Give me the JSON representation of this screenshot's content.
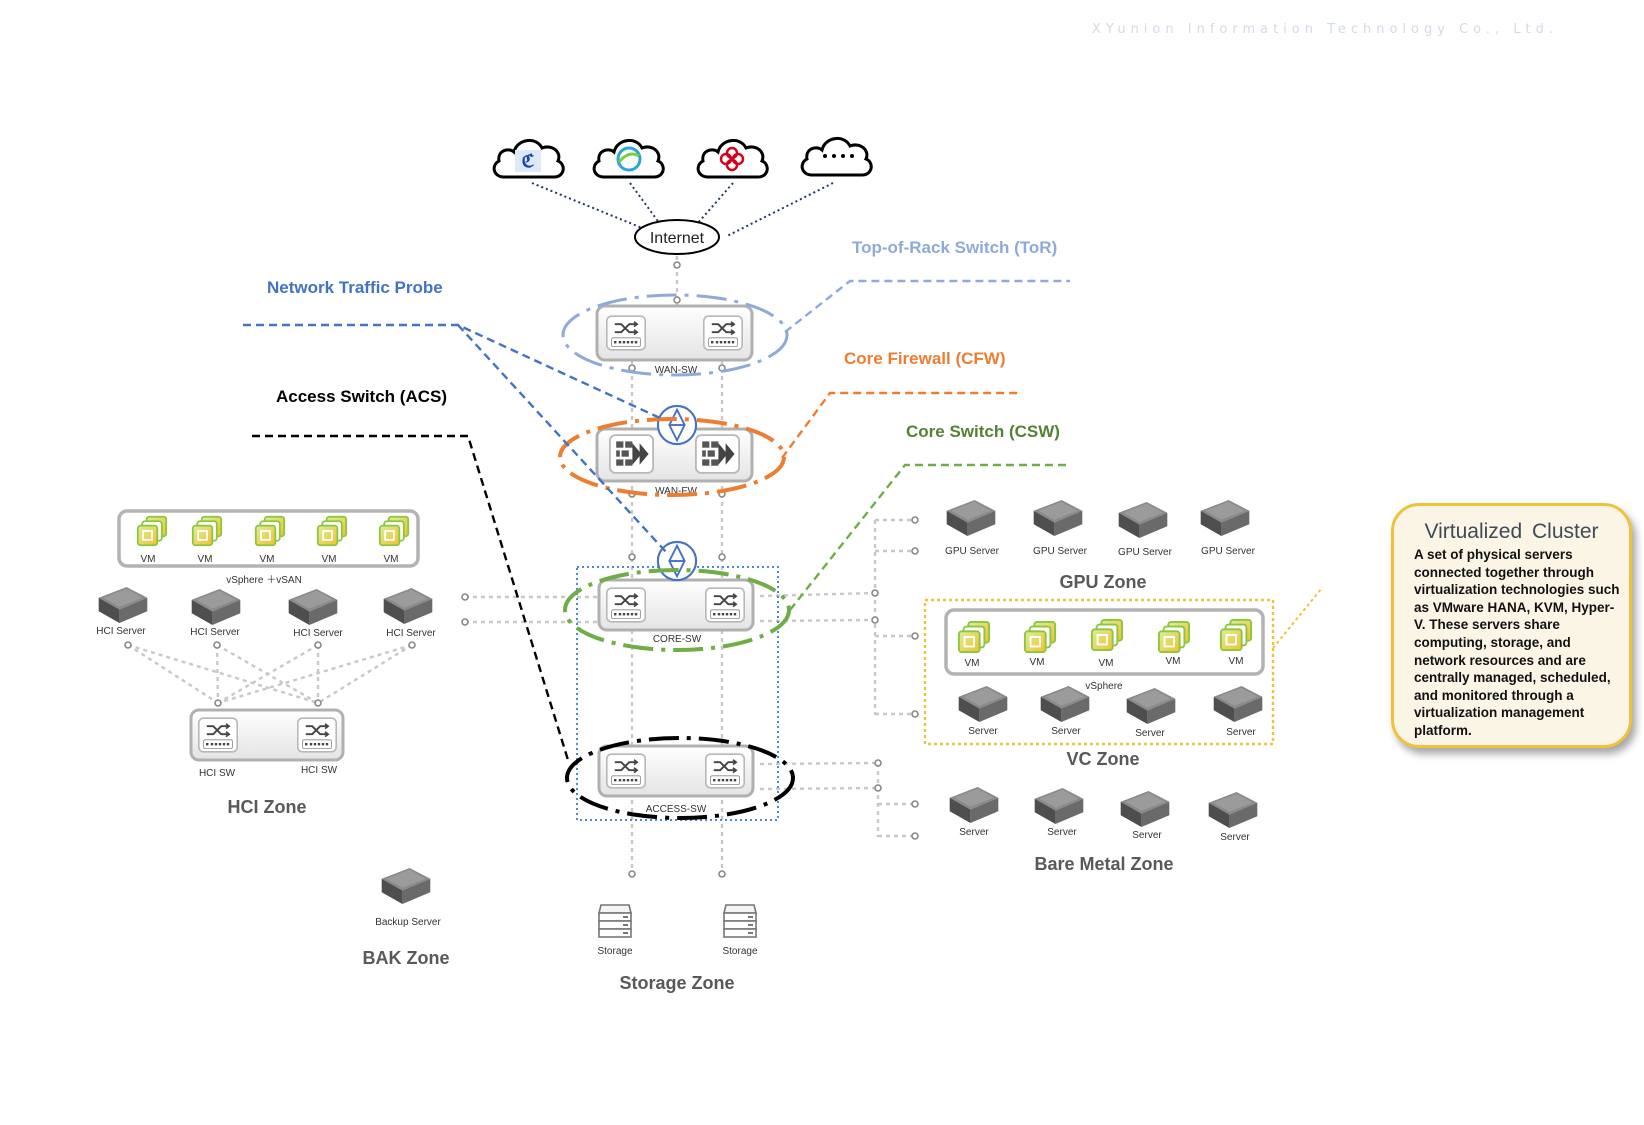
{
  "company": "XYunion Information Technology Co., Ltd.",
  "internet_label": "Internet",
  "cloud_icons": [
    "china-telecom-logo",
    "china-mobile-logo",
    "china-unicom-logo",
    "more-dots"
  ],
  "legend": {
    "tor": "Top-of-Rack Switch (ToR)",
    "probe": "Network Traffic Probe",
    "cfw": "Core Firewall (CFW)",
    "acs": "Access Switch (ACS)",
    "csw": "Core Switch (CSW)"
  },
  "devices": {
    "wan_sw": "WAN-SW",
    "wan_fw": "WAN-FW",
    "core_sw": "CORE-SW",
    "access_sw": "ACCESS-SW",
    "hci_sw_1": "HCI SW",
    "hci_sw_2": "HCI SW"
  },
  "hci": {
    "vms": [
      "VM",
      "VM",
      "VM",
      "VM",
      "VM"
    ],
    "platform": "vSphere ＋vSAN",
    "servers": [
      "HCI Server",
      "HCI Server",
      "HCI Server",
      "HCI Server"
    ],
    "zone": "HCI Zone"
  },
  "gpu": {
    "servers": [
      "GPU Server",
      "GPU Server",
      "GPU Server",
      "GPU Server"
    ],
    "zone": "GPU Zone"
  },
  "vc": {
    "vms": [
      "VM",
      "VM",
      "VM",
      "VM",
      "VM"
    ],
    "platform": "vSphere",
    "servers": [
      "Server",
      "Server",
      "Server",
      "Server"
    ],
    "zone": "VC Zone"
  },
  "baremetal": {
    "servers": [
      "Server",
      "Server",
      "Server",
      "Server"
    ],
    "zone": "Bare Metal Zone"
  },
  "bak": {
    "server": "Backup Server",
    "zone": "BAK Zone"
  },
  "storage": {
    "items": [
      "Storage",
      "Storage"
    ],
    "zone": "Storage Zone"
  },
  "cluster": {
    "title": "Virtualized  Cluster",
    "text": "A  set of physical servers connected together through virtualization technologies such as VMware HANA,  KVM, Hyper-V.  These servers share computing, storage, and network resources and are centrally managed, scheduled, and monitored through a virtualization management platform."
  },
  "colors": {
    "tor": "#8eaadb",
    "probe": "#4472c4",
    "cfw": "#ed7d31",
    "csw": "#70ad47",
    "acs": "#000000",
    "cluster_border": "#f0c23a",
    "vm_icon": "#8cc63f"
  }
}
